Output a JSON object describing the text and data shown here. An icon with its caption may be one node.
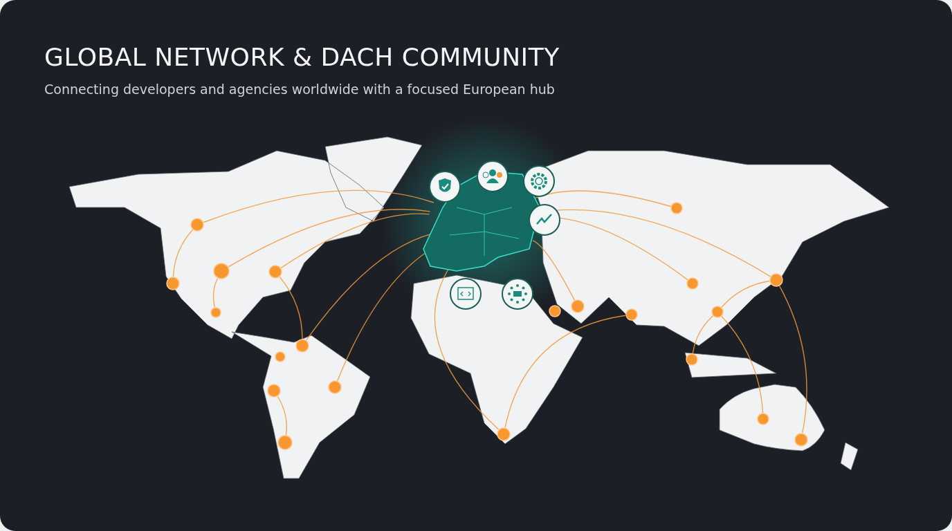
{
  "diagram": {
    "title": "GLOBAL NETWORK & DACH COMMUNITY",
    "caption": "Connecting developers and agencies worldwide with a focused European hub",
    "nodes": [
      {
        "text": [],
        "shape": "picture"
      },
      {
        "text": [],
        "shape": "circle"
      },
      {
        "text": [],
        "shape": "circle"
      },
      {
        "text": [],
        "shape": "circle"
      },
      {
        "text": [],
        "shape": "circle"
      },
      {
        "text": [],
        "shape": "circle"
      },
      {
        "text": [],
        "shape": "circle"
      },
      {
        "text": [],
        "shape": "circle"
      },
      {
        "text": [],
        "shape": "circle"
      },
      {
        "text": [],
        "shape": "circle"
      },
      {
        "text": [],
        "shape": "circle"
      },
      {
        "text": [],
        "shape": "circle"
      },
      {
        "text": [],
        "shape": "circle"
      },
      {
        "text": [],
        "shape": "circle"
      },
      {
        "text": [],
        "shape": "circle"
      },
      {
        "text": [],
        "shape": "circle"
      },
      {
        "text": [],
        "shape": "circle"
      },
      {
        "text": [],
        "shape": "circle"
      },
      {
        "text": [],
        "shape": "circle"
      },
      {
        "text": [],
        "shape": "circle"
      },
      {
        "text": [],
        "shape": "circle"
      },
      {
        "text": [],
        "shape": "circle"
      }
    ],
    "edges": [
      {
        "from": 1,
        "to": 0,
        "arrow": "none"
      },
      {
        "from": 4,
        "to": 1,
        "arrow": "none"
      },
      {
        "from": 2,
        "to": 0,
        "arrow": "none"
      },
      {
        "from": 3,
        "to": 0,
        "arrow": "none"
      },
      {
        "from": 2,
        "to": 5,
        "arrow": "none"
      },
      {
        "from": 3,
        "to": 6,
        "arrow": "none"
      },
      {
        "from": 6,
        "to": 0,
        "arrow": "none"
      },
      {
        "from": 9,
        "to": 0,
        "arrow": "none"
      },
      {
        "from": 8,
        "to": 10,
        "arrow": "none"
      },
      {
        "from": 0,
        "to": 11,
        "arrow": "none"
      },
      {
        "from": 11,
        "to": 16,
        "arrow": "none"
      },
      {
        "from": 0,
        "to": 13,
        "arrow": "none"
      },
      {
        "from": 0,
        "to": 14,
        "arrow": "none"
      },
      {
        "from": 0,
        "to": 15,
        "arrow": "none"
      },
      {
        "from": 0,
        "to": 18,
        "arrow": "none"
      },
      {
        "from": 17,
        "to": 18,
        "arrow": "none"
      },
      {
        "from": 17,
        "to": 19,
        "arrow": "none"
      },
      {
        "from": 17,
        "to": 20,
        "arrow": "none"
      },
      {
        "from": 18,
        "to": 21,
        "arrow": "none"
      }
    ]
  }
}
